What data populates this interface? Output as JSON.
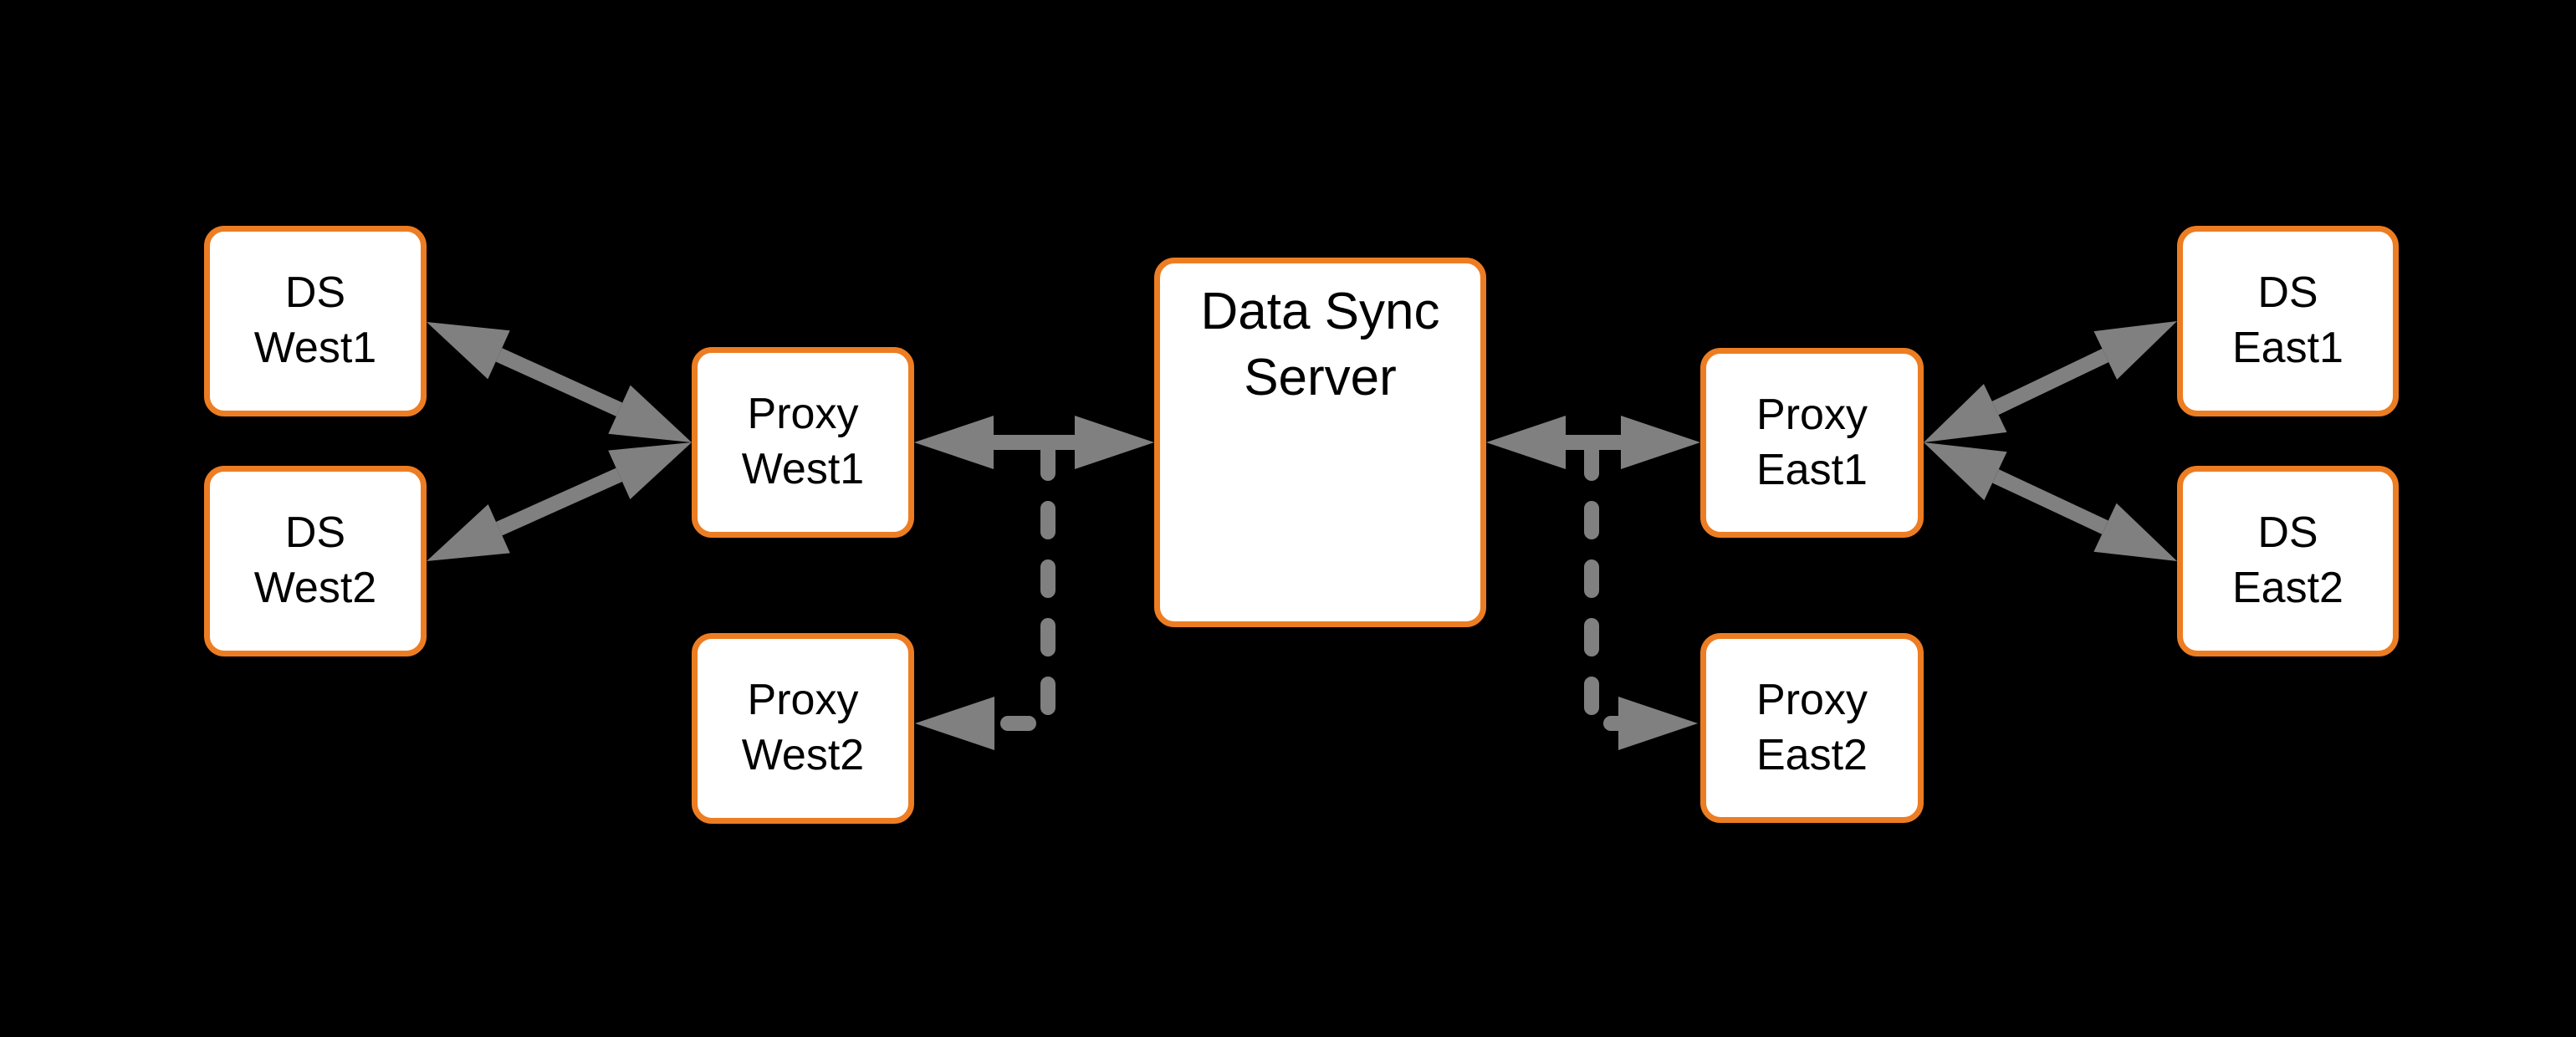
{
  "diagram": {
    "title": "",
    "colors": {
      "background": "#000000",
      "node_fill": "#FFFFFF",
      "node_border": "#ED7D23",
      "arrow": "#808080",
      "text": "#000000"
    },
    "nodes": {
      "ds_west1": {
        "label": "DS\nWest1"
      },
      "ds_west2": {
        "label": "DS\nWest2"
      },
      "proxy_west1": {
        "label": "Proxy\nWest1"
      },
      "proxy_west2": {
        "label": "Proxy\nWest2"
      },
      "data_sync_server": {
        "label": "Data Sync\nServer"
      },
      "proxy_east1": {
        "label": "Proxy\nEast1"
      },
      "proxy_east2": {
        "label": "Proxy\nEast2"
      },
      "ds_east1": {
        "label": "DS\nEast1"
      },
      "ds_east2": {
        "label": "DS\nEast2"
      }
    },
    "connections": [
      {
        "from": "DS West1",
        "to": "Proxy West1",
        "style": "solid",
        "bidirectional": true
      },
      {
        "from": "DS West2",
        "to": "Proxy West1",
        "style": "solid",
        "bidirectional": true
      },
      {
        "from": "Proxy West1",
        "to": "Data Sync Server",
        "style": "solid",
        "bidirectional": true
      },
      {
        "from": "Data Sync Server",
        "to": "Proxy East1",
        "style": "solid",
        "bidirectional": true
      },
      {
        "from": "Proxy East1",
        "to": "DS East1",
        "style": "solid",
        "bidirectional": true
      },
      {
        "from": "Proxy East1",
        "to": "DS East2",
        "style": "solid",
        "bidirectional": true
      },
      {
        "from": "Proxy West1 / Data Sync Server link",
        "to": "Proxy West2",
        "style": "dashed",
        "bidirectional": false
      },
      {
        "from": "Data Sync Server / Proxy East1 link",
        "to": "Proxy East2",
        "style": "dashed",
        "bidirectional": false
      }
    ]
  }
}
